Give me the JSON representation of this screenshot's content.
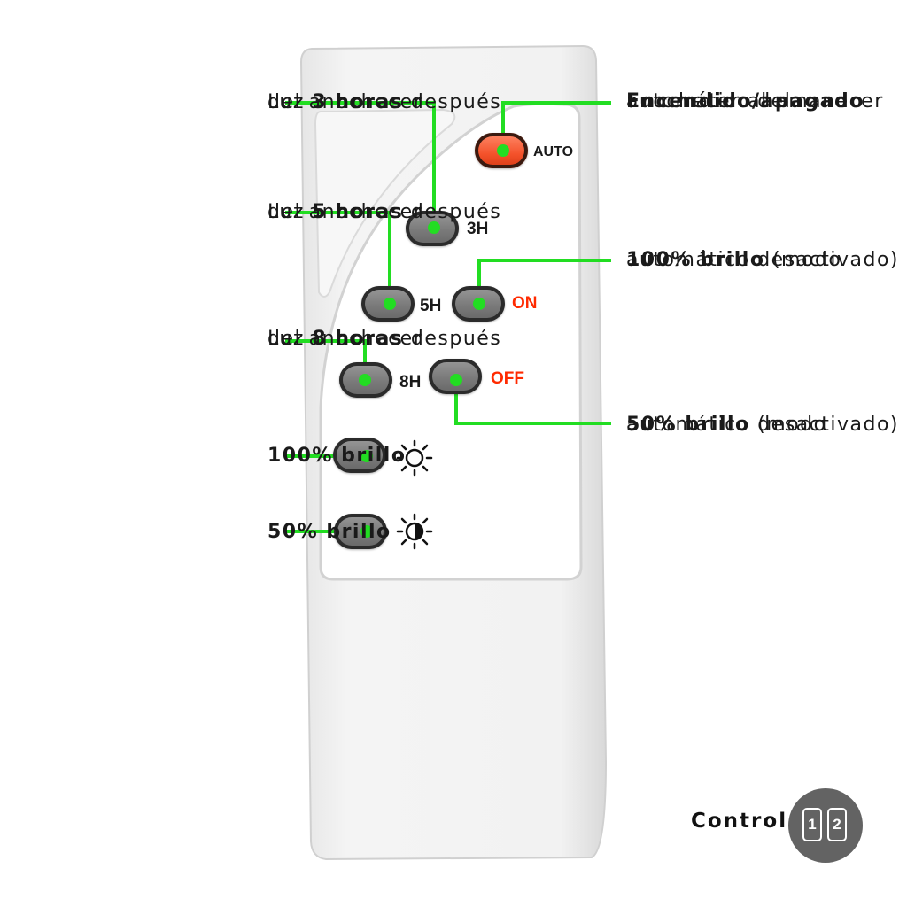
{
  "annotations": {
    "three_hours": {
      "prefix": "Luz ",
      "bold": "3 horas",
      "suffix": " después",
      "line2": "del anochecer"
    },
    "five_hours": {
      "prefix": "Luz ",
      "bold": "5 horas",
      "suffix": " después",
      "line2": "del anochecer"
    },
    "eight_hours": {
      "prefix": "Luz ",
      "bold": "8 horas",
      "suffix": " después",
      "line2": "del anochecer"
    },
    "full_brightness": {
      "bold": "100% brillo"
    },
    "half_brightness": {
      "bold": "50% brillo"
    },
    "auto": {
      "bold": "Encendido/apagado",
      "line2": "automático del",
      "line3": "anochecer al amanecer"
    },
    "on": {
      "bold": "100% brillo",
      "suffix": " (modo",
      "line2": "automático desactivado)"
    },
    "off": {
      "bold": "50% brillo",
      "suffix": " (modo",
      "line2": "automático desactivado)"
    }
  },
  "remote": {
    "buttons": {
      "auto": "AUTO",
      "three_hours": "3H",
      "five_hours": "5H",
      "on": "ON",
      "eight_hours": "8H",
      "off": "OFF"
    }
  },
  "footer": {
    "label": "Control",
    "slot1": "1",
    "slot2": "2"
  },
  "colors": {
    "leader_line": "#22dd22",
    "auto_button": "#f4522b",
    "red_label": "#ff2a00"
  }
}
